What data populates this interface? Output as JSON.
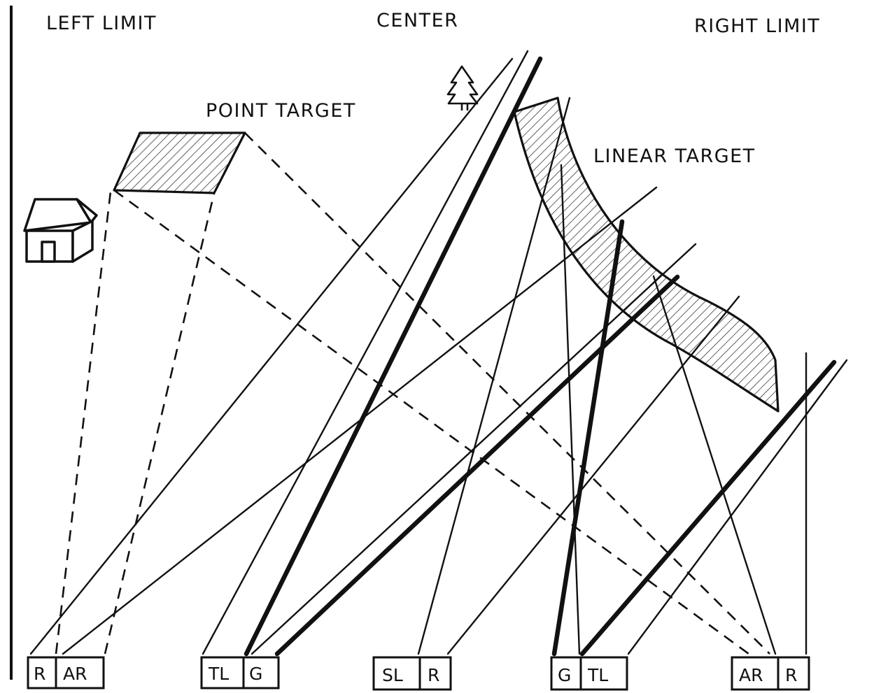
{
  "labels": {
    "left_limit": "LEFT LIMIT",
    "center": "CENTER",
    "right_limit": "RIGHT LIMIT",
    "point_target": "POINT TARGET",
    "linear_target": "LINEAR TARGET"
  },
  "weapon_positions": [
    {
      "group": "left",
      "boxes": [
        "R",
        "AR"
      ]
    },
    {
      "group": "left-center",
      "boxes": [
        "TL",
        "G"
      ]
    },
    {
      "group": "center",
      "boxes": [
        "SL",
        "R"
      ]
    },
    {
      "group": "right-center",
      "boxes": [
        "G",
        "TL"
      ]
    },
    {
      "group": "right",
      "boxes": [
        "AR",
        "R"
      ]
    }
  ],
  "icons": [
    "house-icon",
    "tree-icon"
  ]
}
